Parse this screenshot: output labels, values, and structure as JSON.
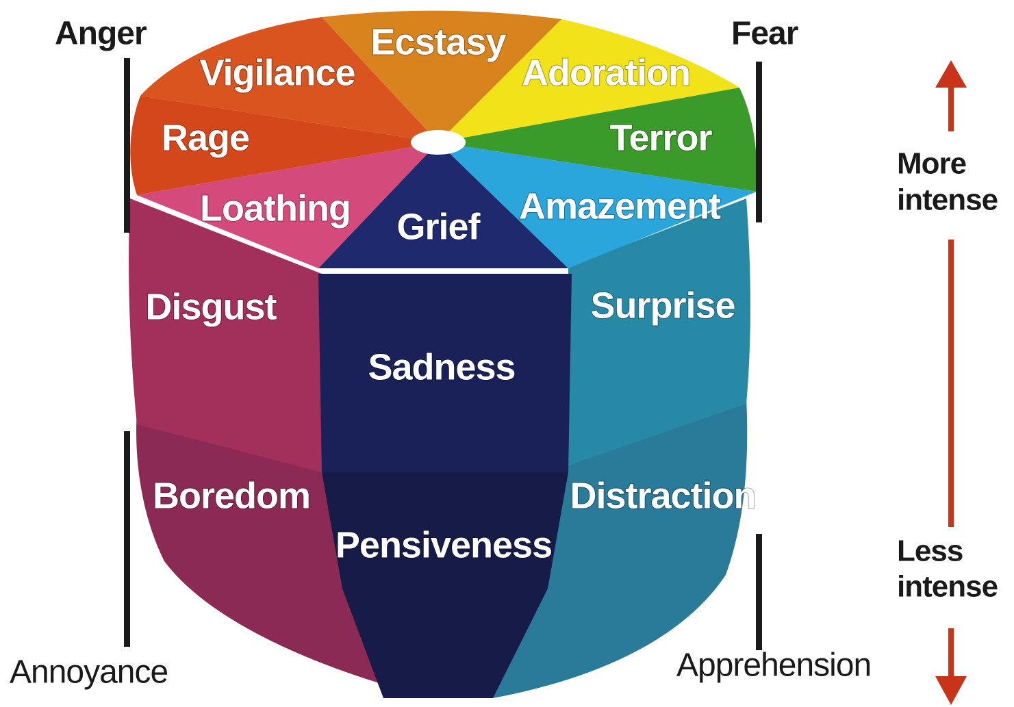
{
  "diagram": {
    "segments": {
      "ecstasy": "Ecstasy",
      "adoration": "Adoration",
      "terror": "Terror",
      "amazement": "Amazement",
      "grief": "Grief",
      "loathing": "Loathing",
      "rage": "Rage",
      "vigilance": "Vigilance",
      "disgust": "Disgust",
      "sadness": "Sadness",
      "surprise": "Surprise",
      "boredom": "Boredom",
      "pensiveness": "Pensiveness",
      "distraction": "Distraction"
    },
    "poles": {
      "anger": "Anger",
      "fear": "Fear",
      "annoyance": "Annoyance",
      "apprehension": "Apprehension"
    },
    "scale": {
      "more_line1": "More",
      "more_line2": "intense",
      "less_line1": "Less",
      "less_line2": "intense"
    },
    "colors": {
      "ecstasy": "#d9831e",
      "adoration": "#f2e21a",
      "terror": "#3a9a2a",
      "amazement": "#2aa6dc",
      "grief": "#1f2a6e",
      "loathing": "#d44a7a",
      "rage": "#d4471a",
      "vigilance": "#d9541e",
      "disgust": "#a3305a",
      "sadness": "#1a2159",
      "surprise": "#2889a6",
      "boredom": "#8a2a55",
      "pensiveness": "#161b48",
      "distraction": "#2a7a9a",
      "arrow": "#c8341a",
      "pole_line": "#1a1a1a"
    }
  }
}
